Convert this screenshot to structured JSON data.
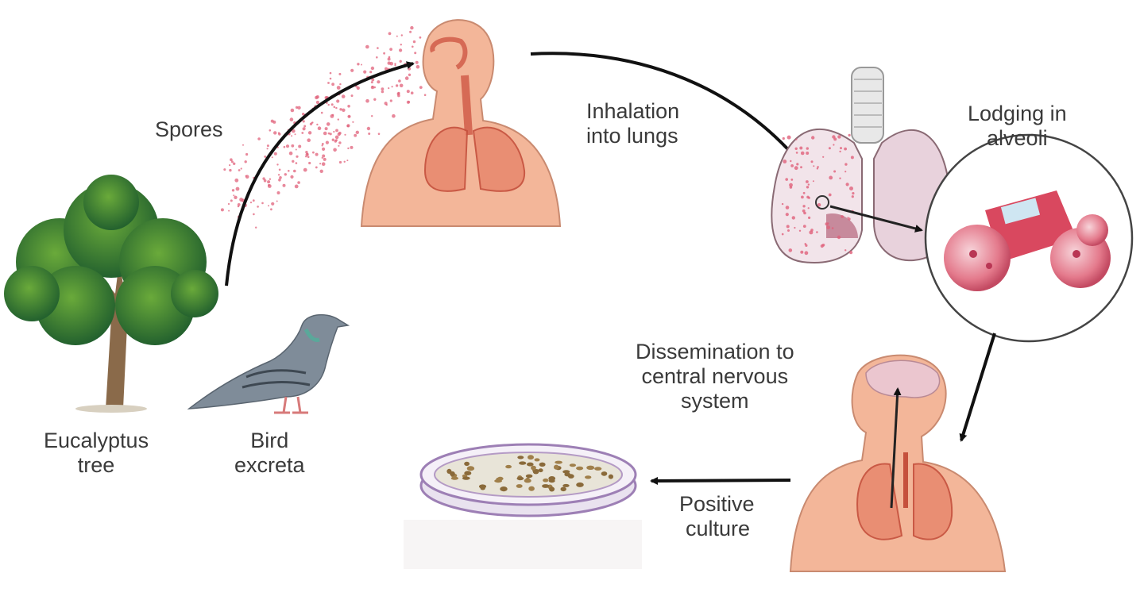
{
  "labels": {
    "spores": "Spores",
    "inhalation": [
      "Inhalation",
      "into lungs"
    ],
    "lodging": [
      "Lodging in",
      "alveoli"
    ],
    "dissemination": [
      "Dissemination to",
      "central nervous",
      "system"
    ],
    "positive_culture": [
      "Positive",
      "culture"
    ],
    "eucalyptus": [
      "Eucalyptus",
      "tree"
    ],
    "bird": [
      "Bird",
      "excreta"
    ]
  },
  "colors": {
    "skin": "#f3b699",
    "skin_outline": "#c98a70",
    "lung": "#e88a6f",
    "lung_tissue": "#f2e4ea",
    "alveoli": "#e0607a",
    "spore_dots": "#e0607a",
    "tree_foliage": "#2f7a3a",
    "tree_light": "#6aaa3a",
    "bird": "#7f8c99",
    "arrow": "#111111",
    "dish": "#9d7fb5"
  }
}
